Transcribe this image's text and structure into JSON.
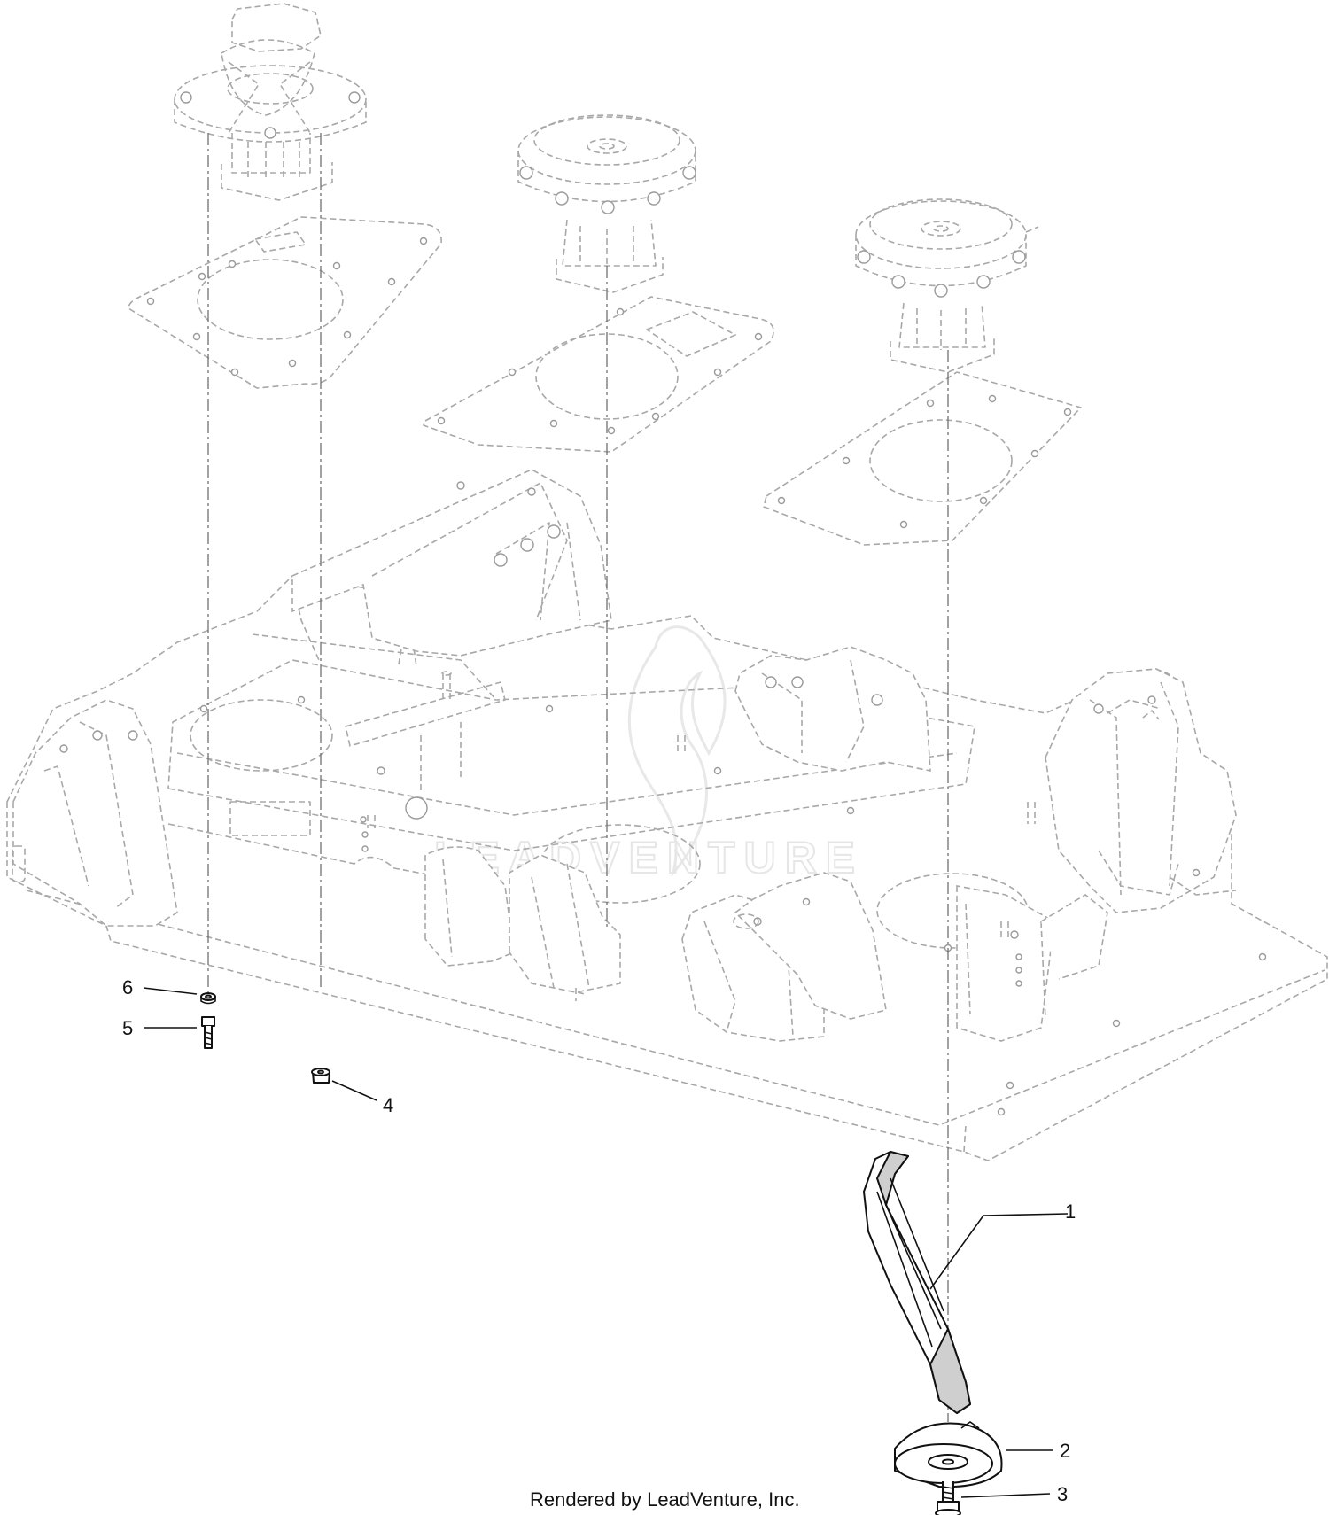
{
  "callouts": [
    {
      "id": "1",
      "label": "1"
    },
    {
      "id": "2",
      "label": "2"
    },
    {
      "id": "3",
      "label": "3"
    },
    {
      "id": "4",
      "label": "4"
    },
    {
      "id": "5",
      "label": "5"
    },
    {
      "id": "6",
      "label": "6"
    }
  ],
  "watermark": {
    "text": "LEADVENTURE"
  },
  "footer": {
    "credit": "Rendered by LeadVenture, Inc."
  }
}
